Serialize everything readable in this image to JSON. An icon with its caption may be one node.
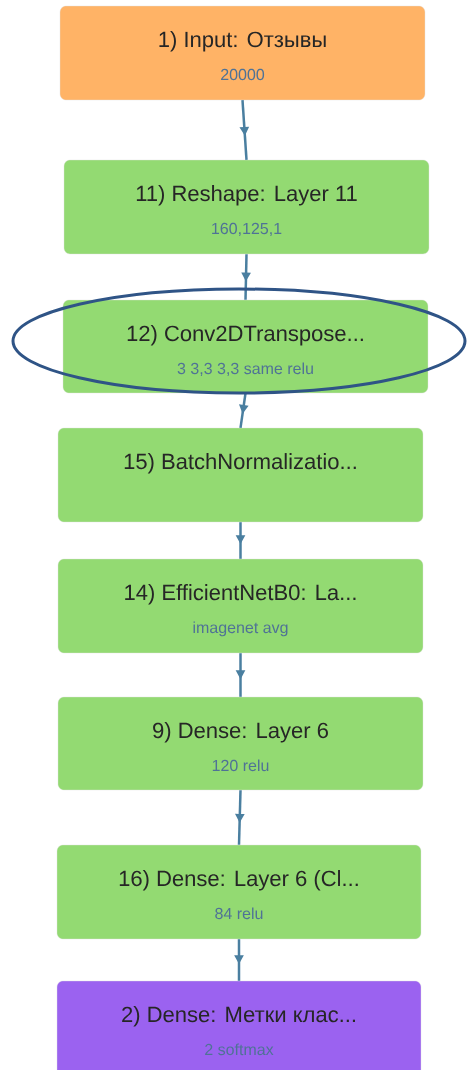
{
  "diagram": {
    "nodes": [
      {
        "text": [
          "1) Input: Отзывы",
          "20000"
        ]
      },
      {
        "text": [
          "11) Reshape: Layer 11",
          "160,125,1"
        ]
      },
      {
        "text": [
          "12) Conv2DTranspose...",
          "3  3,3  3,3  same  relu"
        ]
      },
      {
        "text": [
          "15) BatchNormalizatio..."
        ]
      },
      {
        "text": [
          "14) EfficientNetB0: La...",
          "imagenet  avg"
        ]
      },
      {
        "text": [
          "9) Dense: Layer 6",
          "120  relu"
        ]
      },
      {
        "text": [
          "16) Dense: Layer 6 (Cl...",
          "84  relu"
        ]
      },
      {
        "text": [
          "2) Dense: Метки клас...",
          "2  softmax"
        ]
      }
    ],
    "edges": [
      {
        "from": 0,
        "to": 1,
        "arrow": "to"
      },
      {
        "from": 1,
        "to": 2,
        "arrow": "to"
      },
      {
        "from": 2,
        "to": 3,
        "arrow": "to"
      },
      {
        "from": 3,
        "to": 4,
        "arrow": "to"
      },
      {
        "from": 4,
        "to": 5,
        "arrow": "to"
      },
      {
        "from": 5,
        "to": 6,
        "arrow": "to"
      },
      {
        "from": 6,
        "to": 7,
        "arrow": "to"
      }
    ]
  }
}
